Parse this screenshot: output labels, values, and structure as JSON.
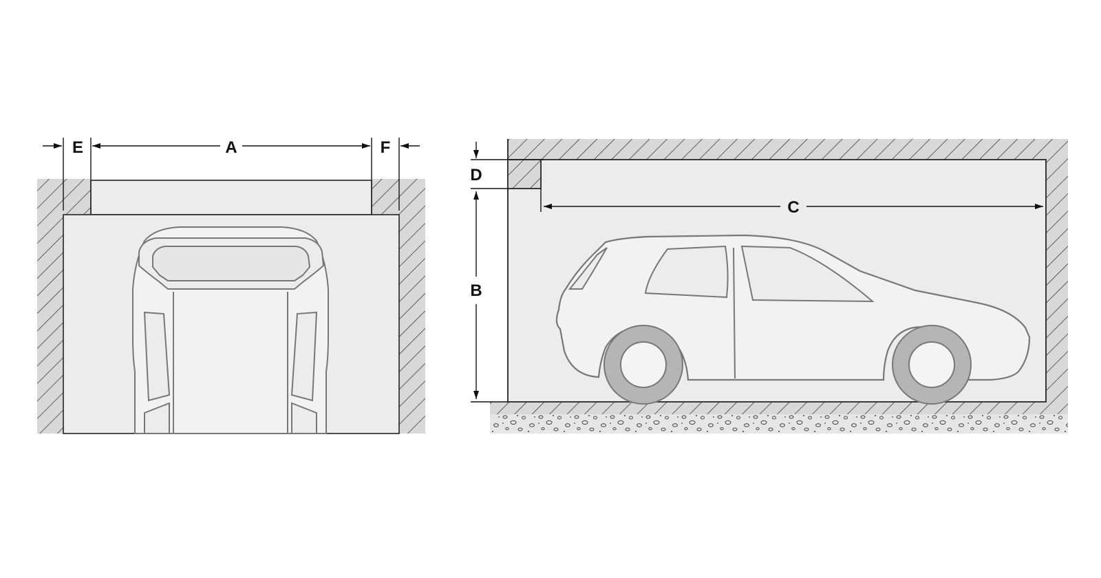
{
  "labels": {
    "a": "A",
    "b": "B",
    "c": "C",
    "d": "D",
    "e": "E",
    "f": "F"
  },
  "colors": {
    "wall_fill": "#d8d8d8",
    "wall_hatch": "#2a2a2a",
    "interior_fill": "#ececec",
    "car_outline": "#777777",
    "tire_fill": "#b5b5b5",
    "hub_fill": "#f4f4f4",
    "ground_fill": "#e6e6e6",
    "dimension_line": "#111111"
  },
  "icons": {
    "front_view_car": "car-front-view-icon",
    "side_view_car": "car-side-view-icon"
  }
}
